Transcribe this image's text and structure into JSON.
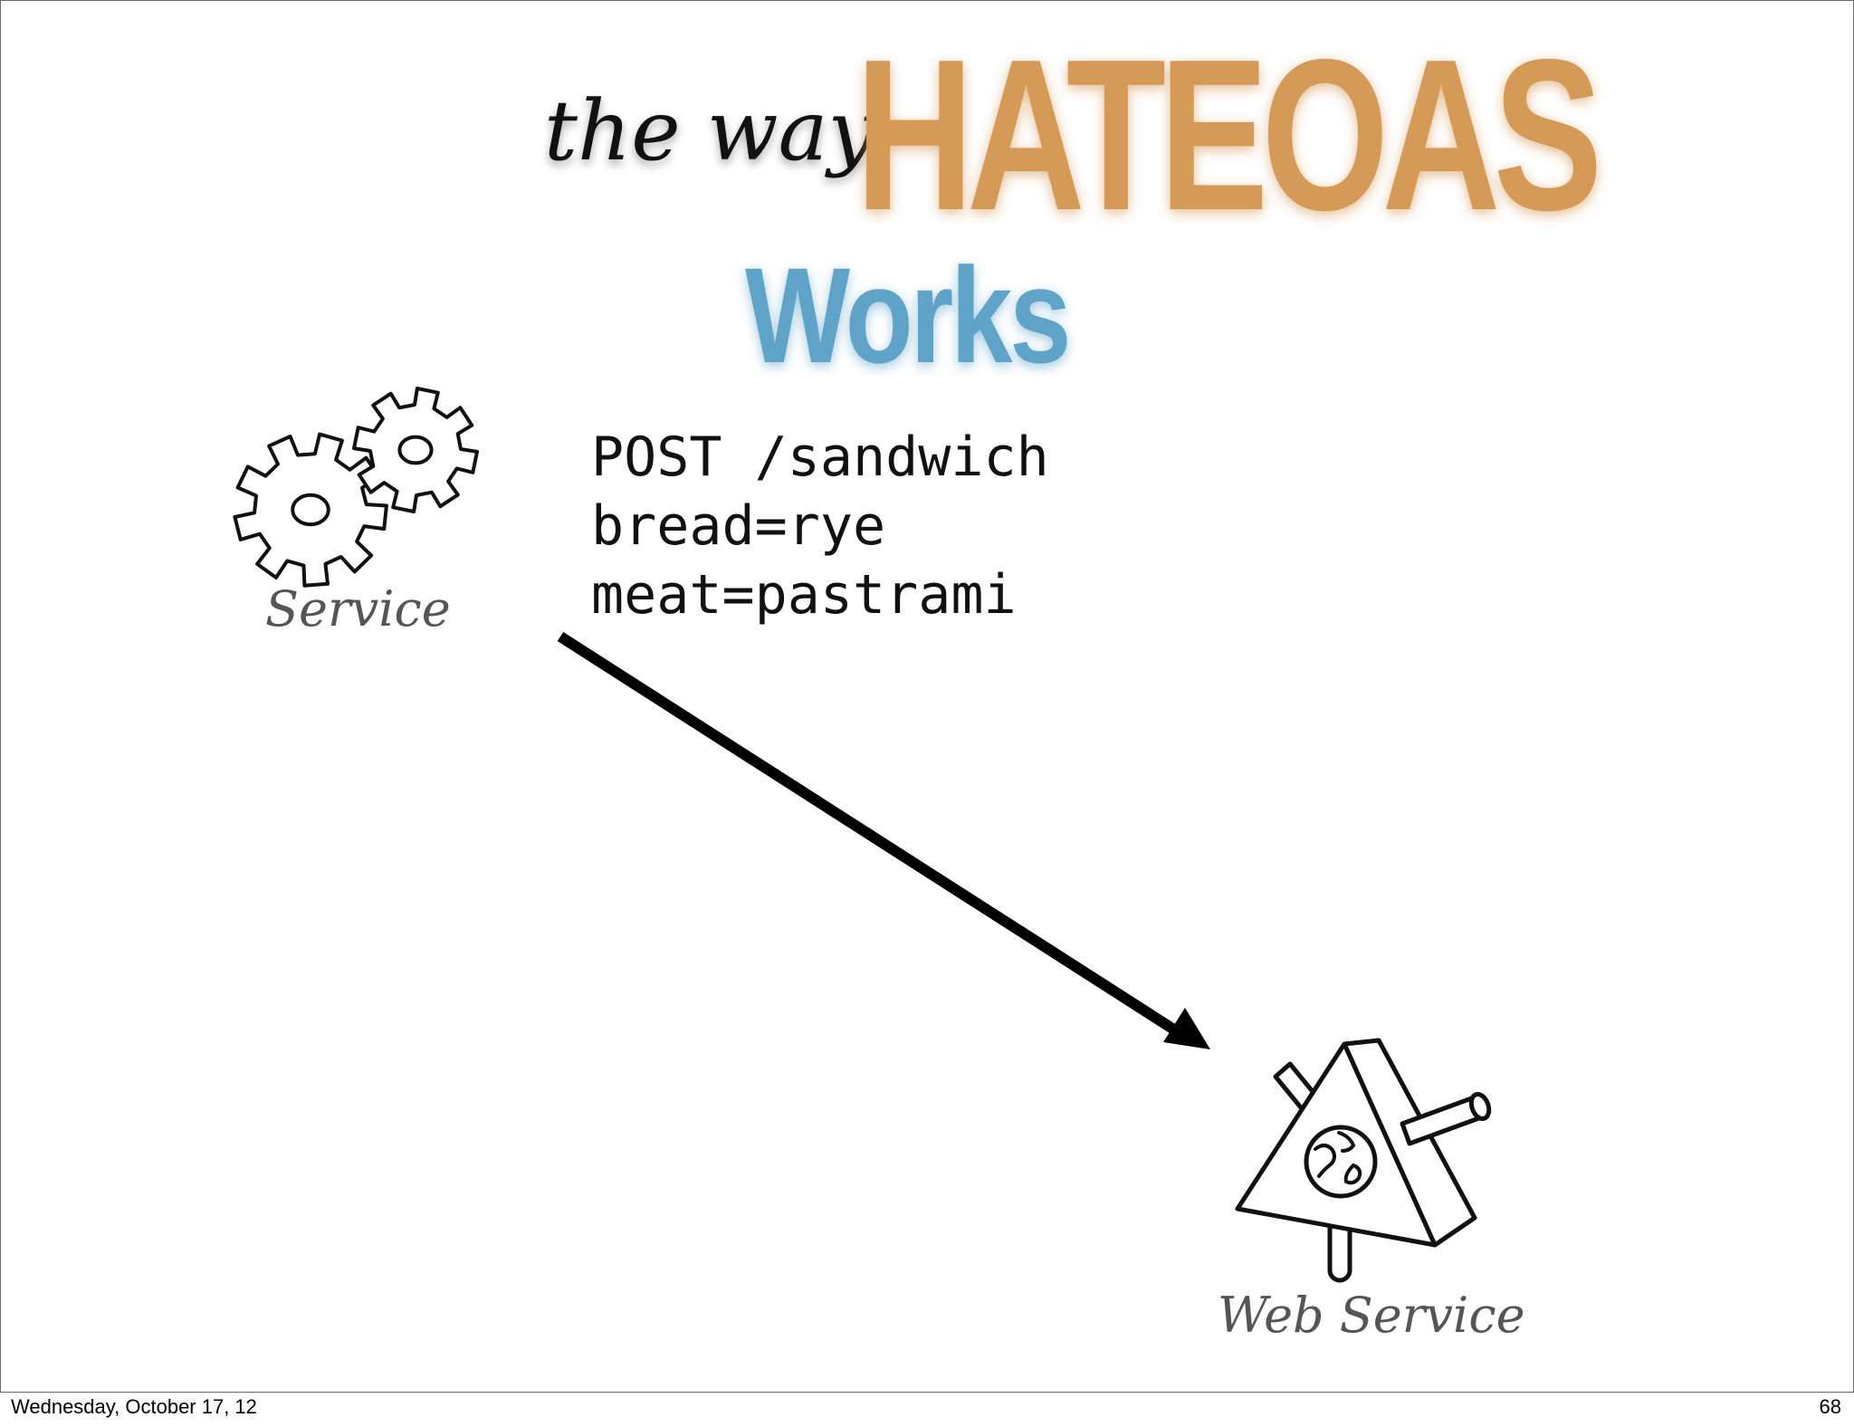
{
  "slide": {
    "title_prefix": "the way",
    "title_main": "HATEOAS",
    "title_sub": "Works",
    "client_label": "Service",
    "server_label": "Web Service",
    "request_lines": [
      "POST /sandwich",
      "bread=rye",
      "meat=pastrami"
    ],
    "colors": {
      "title_main": "#d59a58",
      "title_sub": "#5fa3c8",
      "arrow": "#000000"
    }
  },
  "footer": {
    "date": "Wednesday, October 17, 12",
    "page": "68"
  }
}
